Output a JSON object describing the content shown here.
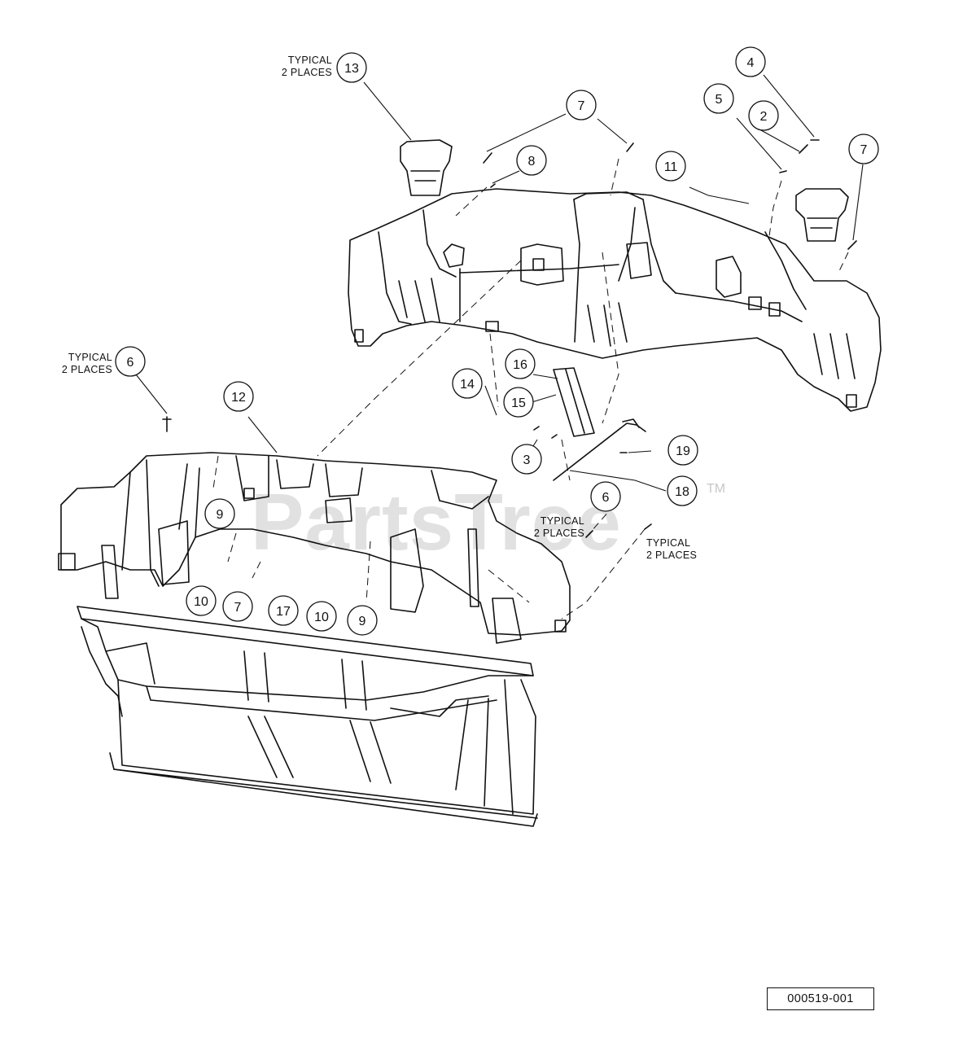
{
  "diagram": {
    "callouts": [
      {
        "id": "c13",
        "number": "13"
      },
      {
        "id": "c7a",
        "number": "7"
      },
      {
        "id": "c8",
        "number": "8"
      },
      {
        "id": "c4",
        "number": "4"
      },
      {
        "id": "c5",
        "number": "5"
      },
      {
        "id": "c2",
        "number": "2"
      },
      {
        "id": "c11",
        "number": "11"
      },
      {
        "id": "c7b",
        "number": "7"
      },
      {
        "id": "c6a",
        "number": "6"
      },
      {
        "id": "c12",
        "number": "12"
      },
      {
        "id": "c16",
        "number": "16"
      },
      {
        "id": "c14",
        "number": "14"
      },
      {
        "id": "c15",
        "number": "15"
      },
      {
        "id": "c3",
        "number": "3"
      },
      {
        "id": "c19",
        "number": "19"
      },
      {
        "id": "c18",
        "number": "18"
      },
      {
        "id": "c9a",
        "number": "9"
      },
      {
        "id": "c6b",
        "number": "6"
      },
      {
        "id": "c10a",
        "number": "10"
      },
      {
        "id": "c7c",
        "number": "7"
      },
      {
        "id": "c17",
        "number": "17"
      },
      {
        "id": "c10b",
        "number": "10"
      },
      {
        "id": "c9b",
        "number": "9"
      }
    ],
    "notes": {
      "n13": "TYPICAL\n2 PLACES",
      "n6a": "TYPICAL\n2 PLACES",
      "n_mid": "TYPICAL\n2 PLACES",
      "n6b": "TYPICAL\n2 PLACES"
    },
    "drawing_id": "000519-001",
    "watermark": "PartsTree",
    "watermark_mark": "TM"
  }
}
